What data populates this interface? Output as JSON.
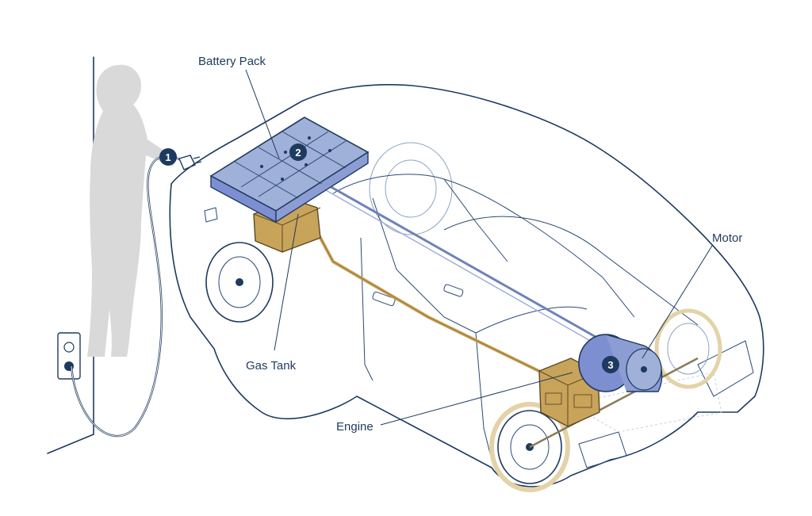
{
  "labels": {
    "battery_pack": "Battery Pack",
    "gas_tank": "Gas Tank",
    "engine": "Engine",
    "motor": "Motor"
  },
  "markers": {
    "plug": "1",
    "battery": "2",
    "motor": "3"
  },
  "colors": {
    "outline": "#1e3a5f",
    "battery_fill": "#9fb0d9",
    "motor_fill": "#7e8fd1",
    "fuel_fill": "#c8a35a",
    "person_silhouette": "#d9d9d9",
    "marker_fill": "#1e3a5f"
  },
  "icons": {
    "person": "person-silhouette-icon",
    "outlet": "wall-outlet-icon",
    "plug": "charging-plug-icon"
  }
}
